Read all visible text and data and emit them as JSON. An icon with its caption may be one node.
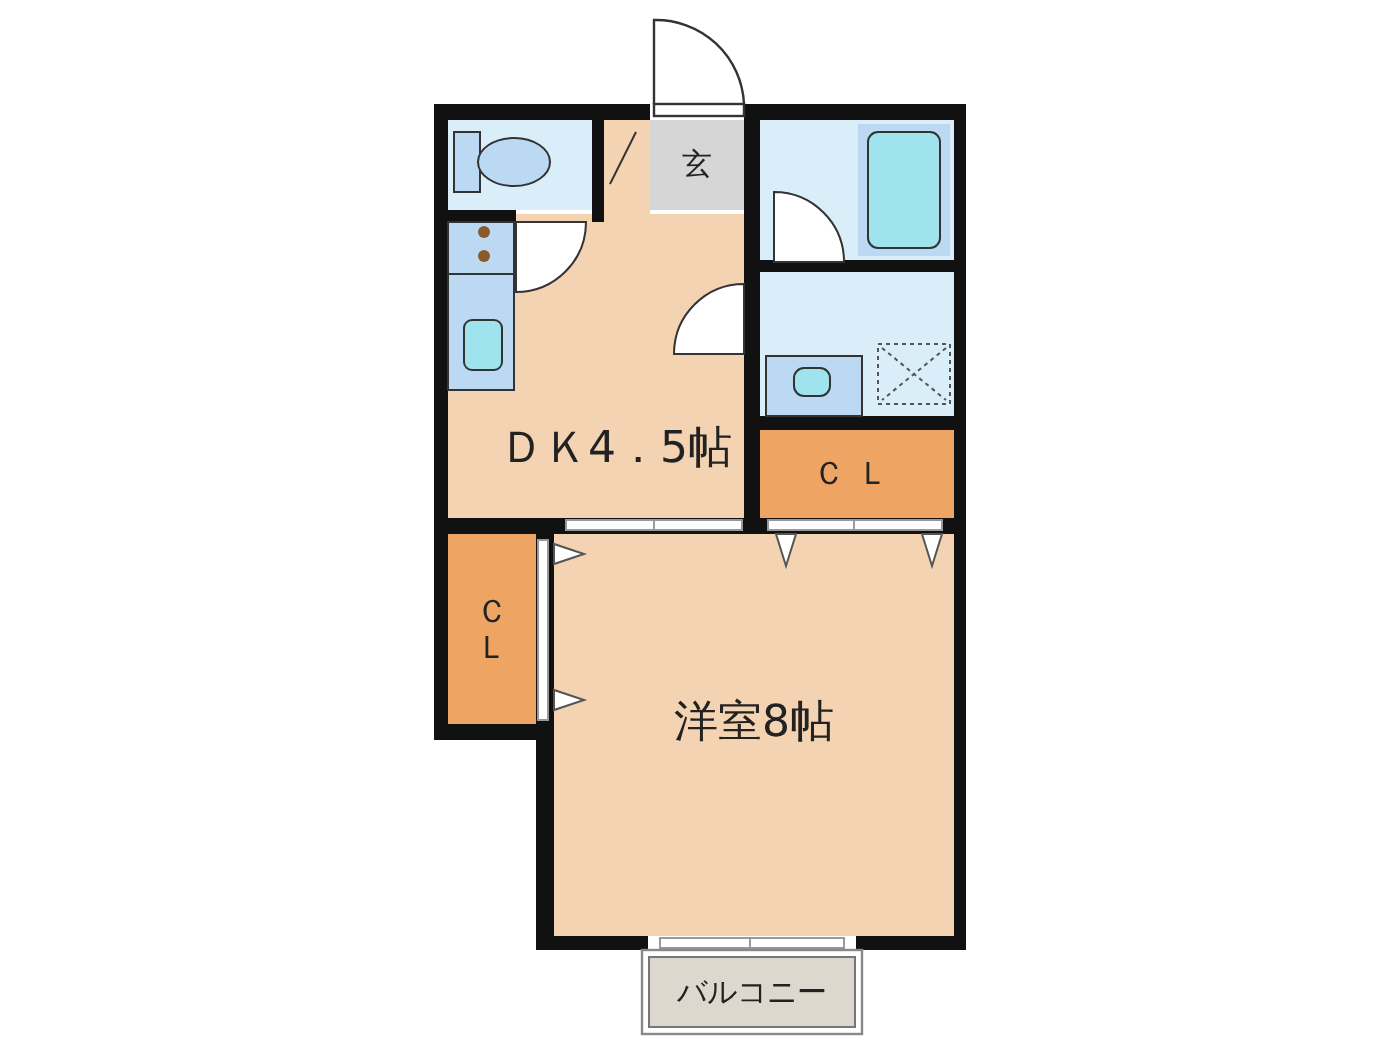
{
  "diagram": {
    "nodes": [
      {
        "text": [
          "玄"
        ]
      },
      {
        "text": [
          "ＤＫ4．5帖"
        ]
      },
      {
        "text": [
          "ＣＬ"
        ]
      },
      {
        "text": [
          "ＣＬ"
        ]
      },
      {
        "text": [
          "洋室8帖"
        ]
      },
      {
        "text": [
          "バルコニー"
        ]
      }
    ]
  }
}
